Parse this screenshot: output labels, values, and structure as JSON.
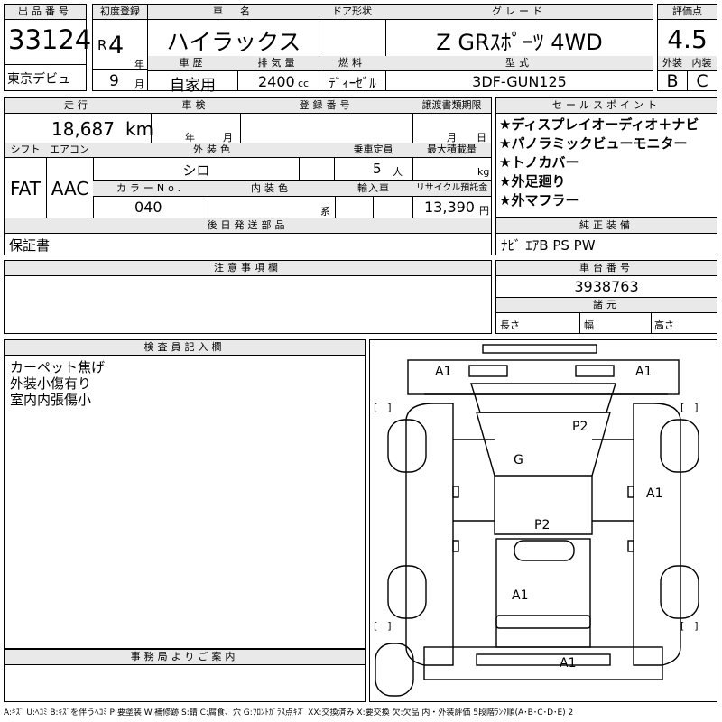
{
  "header": {
    "lot_label": "出品番号",
    "lot_number": "33124",
    "venue": "東京デビュ",
    "first_reg_label": "初度登録",
    "era": "R",
    "year_num": "4",
    "year_unit": "年",
    "month_num": "9",
    "month_unit": "月",
    "car_name_label": "車　名",
    "car_name": "ハイラックス",
    "door_label": "ドア形状",
    "door_value": "",
    "grade_label": "グレード",
    "grade": "Z GRｽﾎﾟｰﾂ 4WD",
    "score_label": "評価点",
    "score": "4.5",
    "history_label": "車歴",
    "history": "自家用",
    "displacement_label": "排気量",
    "displacement": "2400",
    "displacement_unit": "cc",
    "fuel_label": "燃料",
    "fuel": "ﾃﾞｨｰｾﾞﾙ",
    "model_label": "型式",
    "model_code": "3DF-GUN125",
    "exterior_label": "外装",
    "interior_label": "内装",
    "exterior_grade": "B",
    "interior_grade": "C"
  },
  "info": {
    "mileage_label": "走行",
    "mileage": "18,687",
    "mileage_unit": "km",
    "inspection_label": "車検",
    "inspection_year_unit": "年",
    "inspection_month_unit": "月",
    "reg_number_label": "登録番号",
    "transfer_label": "譲渡書類期限",
    "transfer_month_unit": "月",
    "transfer_day_unit": "日",
    "shift_label": "シフト",
    "shift": "FAT",
    "ac_label": "エアコン",
    "ac": "AAC",
    "ext_color_label": "外装色",
    "ext_color": "シロ",
    "capacity_label": "乗車定員",
    "capacity": "5",
    "capacity_unit": "人",
    "max_load_label": "最大積載量",
    "max_load_unit": "kg",
    "color_no_label": "カラーNo.",
    "color_no": "040",
    "int_color_label": "内装色",
    "int_color_unit": "系",
    "import_label": "輸入車",
    "recycle_label": "リサイクル預託金",
    "recycle": "13,390",
    "recycle_unit": "円",
    "later_parts_label": "後日発送部品",
    "later_parts": "保証書",
    "notes_label": "注意事項欄"
  },
  "sales": {
    "title": "セールスポイント",
    "points": [
      "★ディスプレイオーディオ＋ナビ",
      "★パノラミックビューモニター",
      "★トノカバー",
      "★外足廻り",
      "★外マフラー"
    ]
  },
  "equipment": {
    "label": "純正装備",
    "value": "ﾅﾋﾞ ｴｱB PS PW"
  },
  "chassis": {
    "label": "車台番号",
    "value": "3938763",
    "dims_label": "諸元",
    "length_label": "長さ",
    "width_label": "幅",
    "height_label": "高さ"
  },
  "inspector": {
    "label": "検査員記入欄",
    "notes": [
      "カーペット焦げ",
      "外装小傷有り",
      "室内内張傷小"
    ]
  },
  "office": {
    "label": "事務局よりご案内"
  },
  "diagram": {
    "marks": [
      "A1",
      "A1",
      "P2",
      "G",
      "A1",
      "P2",
      "A1",
      "A1"
    ],
    "bracket": "[　]"
  },
  "legend": "A:ｷｽﾞ U:ﾍｺﾐ B:ｷｽﾞを伴うﾍｺﾐ P:要塗装 W:補修跡 S:錆 C:腐食、穴 G:ﾌﾛﾝﾄｶﾞﾗｽ点ｷｽﾞ XX:交換済み X:要交換 欠:欠品 内・外装評価 5段階ﾗﾝｸ順(A･B･C･D･E) 2"
}
